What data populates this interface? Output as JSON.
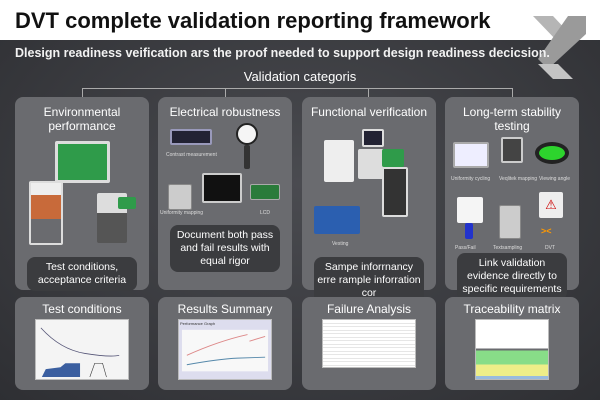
{
  "header": {
    "title": "DVT complete validation reporting framework",
    "subtitle": "Dlesign readiness veification ars the proof needed to support design readiness decicsion."
  },
  "categories_title": "Validation categoris",
  "categories": [
    {
      "title": "Environmental performance",
      "note": "Test conditions, acceptance criteria",
      "captions": []
    },
    {
      "title": "Electrical robustness",
      "note": "Document both pass and fail results with equal rigor",
      "captions": [
        "Contrast measurement",
        "Uniformity mapping",
        "LCD"
      ]
    },
    {
      "title": "Functional verification",
      "note": "Sampe inforrnancy erre rample inforration cor",
      "captions": [
        "Vesting"
      ]
    },
    {
      "title": "Long-term stability testing",
      "note": "Link validation evidence directly to specific requirements",
      "captions": [
        "Uniformity cycling",
        "Veqlitek mapping",
        "Viewing angle",
        "Pass/Fail",
        "Textsampling",
        "DVT"
      ]
    }
  ],
  "reports": [
    {
      "title": "Test conditions"
    },
    {
      "title": "Results Summary",
      "thumb_title": "Performance Graph"
    },
    {
      "title": "Failure Analysis"
    },
    {
      "title": "Traceability matrix"
    }
  ],
  "colors": {
    "header_bg": "#ffffff",
    "background": "#3a3b3f",
    "card": "#6a6b6f",
    "note": "#3b3c3f"
  }
}
